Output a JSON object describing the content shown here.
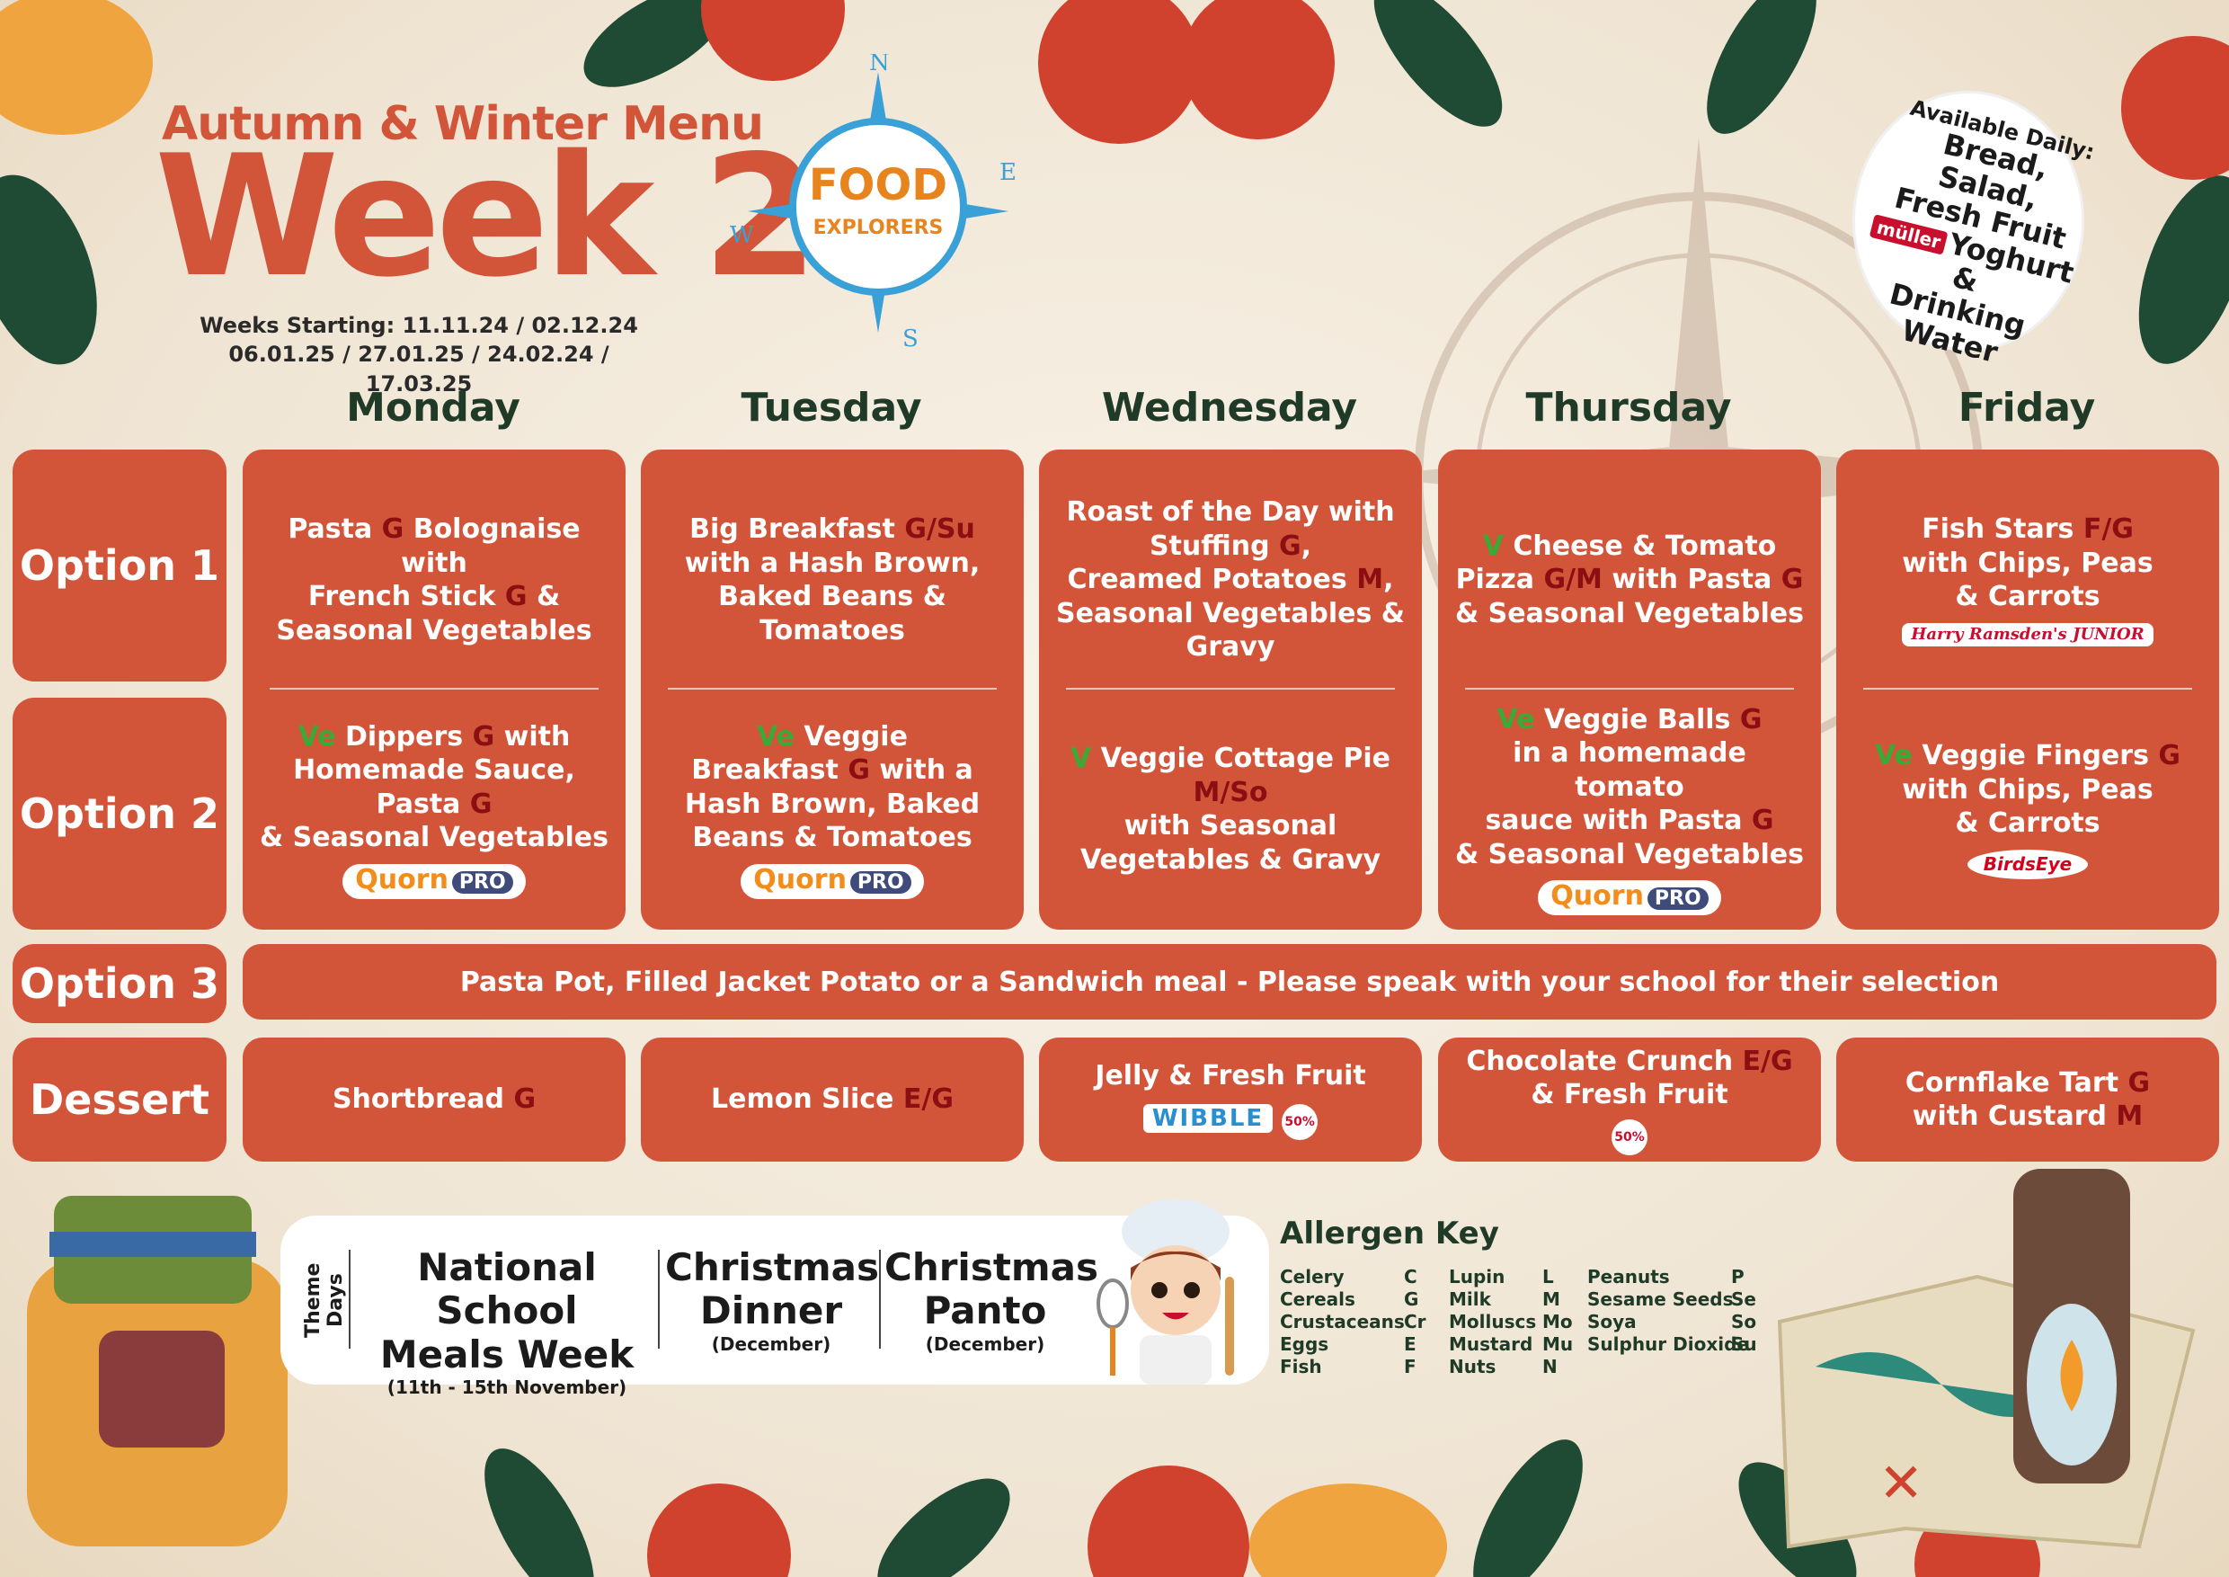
{
  "header": {
    "subtitle": "Autumn & Winter Menu",
    "title": "Week 2",
    "weeks_line1": "Weeks Starting: 11.11.24 / 02.12.24",
    "weeks_line2": "06.01.25 / 27.01.25 / 24.02.24 / 17.03.25"
  },
  "logo": {
    "line1": "FOOD",
    "line2": "EXPLORERS",
    "n": "N",
    "e": "E",
    "s": "S",
    "w": "W"
  },
  "available": {
    "line1": "Available Daily:",
    "line2": "Bread, Salad,",
    "line3": "Fresh Fruit",
    "muller": "müller",
    "line4": "Yoghurt &",
    "line5": "Drinking",
    "line6": "Water"
  },
  "days": [
    "Monday",
    "Tuesday",
    "Wednesday",
    "Thursday",
    "Friday"
  ],
  "row_labels": {
    "option1": "Option 1",
    "option2": "Option 2",
    "option3": "Option 3",
    "dessert": "Dessert"
  },
  "option1": {
    "mon": {
      "a": "Pasta ",
      "b": "G",
      "c": " Bolognaise with",
      "d": "French Stick ",
      "e": "G",
      "f": " &",
      "g": "Seasonal Vegetables"
    },
    "tue": {
      "a": "Big Breakfast ",
      "b": "G/Su",
      "c": "with a Hash Brown,",
      "d": "Baked Beans & Tomatoes"
    },
    "wed": {
      "a": "Roast of the Day with",
      "b": "Stuffing ",
      "c": "G",
      "d": ",",
      "e": "Creamed Potatoes ",
      "f": "M",
      "g": ",",
      "h": "Seasonal Vegetables & Gravy"
    },
    "thu": {
      "v": "V",
      "a": " Cheese & Tomato",
      "b": "Pizza ",
      "c": "G/M",
      "d": " with Pasta ",
      "e": "G",
      "f": "& Seasonal Vegetables"
    },
    "fri": {
      "a": "Fish Stars ",
      "b": "F/G",
      "c": "with Chips, Peas",
      "d": "& Carrots",
      "brand": "Harry Ramsden's JUNIOR"
    }
  },
  "option2": {
    "mon": {
      "v": "Ve",
      "a": " Dippers ",
      "b": "G",
      "c": " with",
      "d": "Homemade Sauce, Pasta ",
      "e": "G",
      "f": "& Seasonal Vegetables",
      "brand": "Quorn",
      "pro": "PRO"
    },
    "tue": {
      "v": "Ve",
      "a": " Veggie",
      "b": "Breakfast ",
      "c": "G",
      "d": " with a",
      "e": "Hash Brown, Baked",
      "f": "Beans & Tomatoes",
      "brand": "Quorn",
      "pro": "PRO"
    },
    "wed": {
      "v": "V",
      "a": " Veggie Cottage Pie ",
      "b": "M/So",
      "c": "with Seasonal",
      "d": "Vegetables & Gravy"
    },
    "thu": {
      "v": "Ve",
      "a": " Veggie Balls ",
      "b": "G",
      "c": "in a homemade tomato",
      "d": "sauce with Pasta ",
      "e": "G",
      "f": "& Seasonal Vegetables",
      "brand": "Quorn",
      "pro": "PRO"
    },
    "fri": {
      "v": "Ve",
      "a": " Veggie Fingers ",
      "b": "G",
      "c": "with Chips, Peas",
      "d": "& Carrots",
      "brand": "BirdsEye"
    }
  },
  "option3_text": "Pasta Pot, Filled Jacket Potato or a Sandwich meal - Please speak with your school for their selection",
  "dessert": {
    "mon": {
      "a": "Shortbread ",
      "b": "G"
    },
    "tue": {
      "a": "Lemon Slice ",
      "b": "E/G"
    },
    "wed": {
      "a": "Jelly & Fresh Fruit",
      "brand": "WIBBLE",
      "badge": "50%"
    },
    "thu": {
      "a": "Chocolate Crunch ",
      "b": "E/G",
      "c": "& Fresh Fruit",
      "badge": "50%"
    },
    "fri": {
      "a": "Cornflake Tart ",
      "b": "G",
      "c": "with Custard ",
      "d": "M"
    }
  },
  "theme": {
    "label": "Theme Days",
    "items": [
      {
        "title1": "National School",
        "title2": "Meals Week",
        "date": "(11th - 15th November)"
      },
      {
        "title1": "Christmas",
        "title2": "Dinner",
        "date": "(December)"
      },
      {
        "title1": "Christmas",
        "title2": "Panto",
        "date": "(December)"
      }
    ]
  },
  "allergens": {
    "title": "Allergen Key",
    "col1": [
      {
        "name": "Celery",
        "code": "C"
      },
      {
        "name": "Cereals",
        "code": "G"
      },
      {
        "name": "Crustaceans",
        "code": "Cr"
      },
      {
        "name": "Eggs",
        "code": "E"
      },
      {
        "name": "Fish",
        "code": "F"
      }
    ],
    "col2": [
      {
        "name": "Lupin",
        "code": "L"
      },
      {
        "name": "Milk",
        "code": "M"
      },
      {
        "name": "Molluscs",
        "code": "Mo"
      },
      {
        "name": "Mustard",
        "code": "Mu"
      },
      {
        "name": "Nuts",
        "code": "N"
      }
    ],
    "col3": [
      {
        "name": "Peanuts",
        "code": "P"
      },
      {
        "name": "Sesame Seeds",
        "code": "Se"
      },
      {
        "name": "Soya",
        "code": "So"
      },
      {
        "name": "Sulphur Dioxide",
        "code": "Su"
      }
    ]
  },
  "colors": {
    "accent": "#d2553a",
    "allergen": "#8b0f12",
    "veg": "#3aa935",
    "heading": "#1f3a26"
  }
}
